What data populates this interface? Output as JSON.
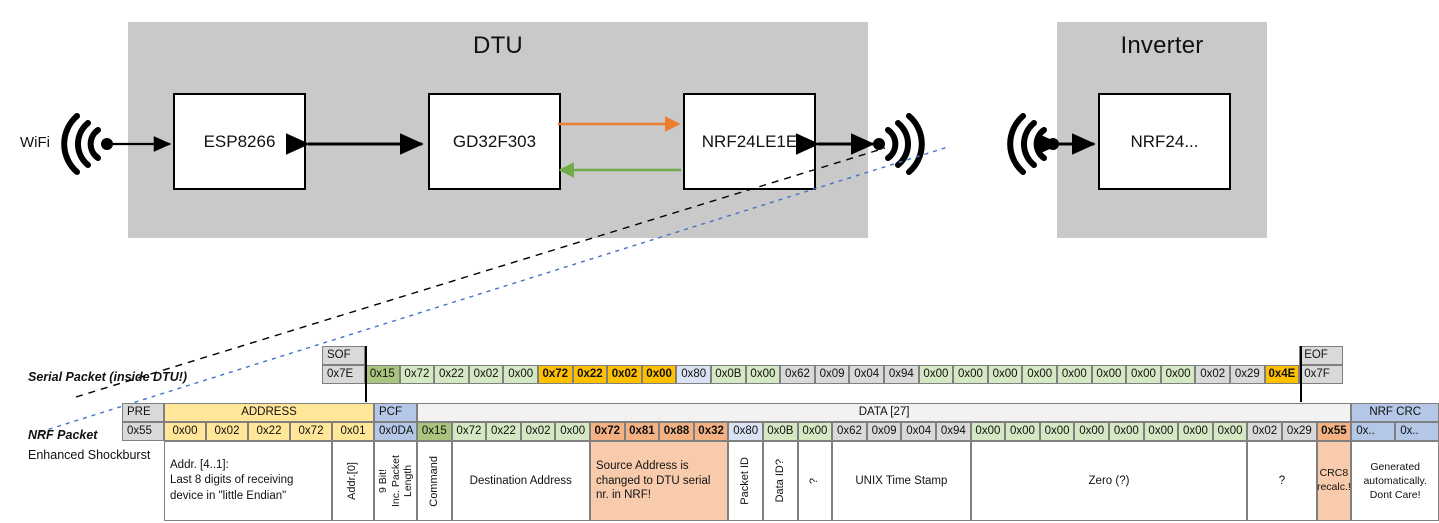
{
  "diagram": {
    "dtu": {
      "title": "DTU",
      "chips": [
        {
          "label": "ESP8266"
        },
        {
          "label": "GD32F303"
        },
        {
          "label": "NRF24LE1E"
        }
      ]
    },
    "inverter": {
      "title": "Inverter",
      "chips": [
        {
          "label": "NRF24..."
        }
      ]
    },
    "wifi_label": "WiFi",
    "arrow_colors": {
      "request": "#ED7D31",
      "response": "#70AD47",
      "bus": "#000000"
    }
  },
  "serial": {
    "row_label": "Serial Packet (inside DTU!)",
    "sof_header": "SOF",
    "eof_header": "EOF",
    "sof": "0x7E",
    "eof": "0x7F",
    "bytes": [
      {
        "v": "0x15",
        "c": "c-green2",
        "b": false
      },
      {
        "v": "0x72",
        "c": "c-green",
        "b": false
      },
      {
        "v": "0x22",
        "c": "c-green",
        "b": false
      },
      {
        "v": "0x02",
        "c": "c-green",
        "b": false
      },
      {
        "v": "0x00",
        "c": "c-green",
        "b": false
      },
      {
        "v": "0x72",
        "c": "c-amber",
        "b": true
      },
      {
        "v": "0x22",
        "c": "c-amber",
        "b": true
      },
      {
        "v": "0x02",
        "c": "c-amber",
        "b": true
      },
      {
        "v": "0x00",
        "c": "c-amber",
        "b": true
      },
      {
        "v": "0x80",
        "c": "c-blue",
        "b": false
      },
      {
        "v": "0x0B",
        "c": "c-green",
        "b": false
      },
      {
        "v": "0x00",
        "c": "c-green",
        "b": false
      },
      {
        "v": "0x62",
        "c": "c-grey",
        "b": false
      },
      {
        "v": "0x09",
        "c": "c-grey",
        "b": false
      },
      {
        "v": "0x04",
        "c": "c-grey",
        "b": false
      },
      {
        "v": "0x94",
        "c": "c-grey",
        "b": false
      },
      {
        "v": "0x00",
        "c": "c-green",
        "b": false
      },
      {
        "v": "0x00",
        "c": "c-green",
        "b": false
      },
      {
        "v": "0x00",
        "c": "c-green",
        "b": false
      },
      {
        "v": "0x00",
        "c": "c-green",
        "b": false
      },
      {
        "v": "0x00",
        "c": "c-green",
        "b": false
      },
      {
        "v": "0x00",
        "c": "c-green",
        "b": false
      },
      {
        "v": "0x00",
        "c": "c-green",
        "b": false
      },
      {
        "v": "0x00",
        "c": "c-green",
        "b": false
      },
      {
        "v": "0x02",
        "c": "c-grey",
        "b": false
      },
      {
        "v": "0x29",
        "c": "c-grey",
        "b": false
      },
      {
        "v": "0x4E",
        "c": "c-amber",
        "b": true
      }
    ]
  },
  "nrf": {
    "row_label": "NRF Packet",
    "sub_label": "Enhanced Shockburst",
    "headers": {
      "pre": "PRE",
      "address": "ADDRESS",
      "pcf": "PCF",
      "data": "DATA [27]",
      "crc": "NRF CRC"
    },
    "pre": "0x55",
    "address": [
      "0x00",
      "0x02",
      "0x22",
      "0x72",
      "0x01"
    ],
    "pcf": "0x0DA",
    "crc": [
      "0x..",
      "0x.."
    ],
    "bytes": [
      {
        "v": "0x15",
        "c": "c-green2",
        "b": false
      },
      {
        "v": "0x72",
        "c": "c-green",
        "b": false
      },
      {
        "v": "0x22",
        "c": "c-green",
        "b": false
      },
      {
        "v": "0x02",
        "c": "c-green",
        "b": false
      },
      {
        "v": "0x00",
        "c": "c-green",
        "b": false
      },
      {
        "v": "0x72",
        "c": "c-salmon2",
        "b": true
      },
      {
        "v": "0x81",
        "c": "c-salmon2",
        "b": true
      },
      {
        "v": "0x88",
        "c": "c-salmon2",
        "b": true
      },
      {
        "v": "0x32",
        "c": "c-salmon2",
        "b": true
      },
      {
        "v": "0x80",
        "c": "c-blue",
        "b": false
      },
      {
        "v": "0x0B",
        "c": "c-green",
        "b": false
      },
      {
        "v": "0x00",
        "c": "c-green",
        "b": false
      },
      {
        "v": "0x62",
        "c": "c-grey",
        "b": false
      },
      {
        "v": "0x09",
        "c": "c-grey",
        "b": false
      },
      {
        "v": "0x04",
        "c": "c-grey",
        "b": false
      },
      {
        "v": "0x94",
        "c": "c-grey",
        "b": false
      },
      {
        "v": "0x00",
        "c": "c-green",
        "b": false
      },
      {
        "v": "0x00",
        "c": "c-green",
        "b": false
      },
      {
        "v": "0x00",
        "c": "c-green",
        "b": false
      },
      {
        "v": "0x00",
        "c": "c-green",
        "b": false
      },
      {
        "v": "0x00",
        "c": "c-green",
        "b": false
      },
      {
        "v": "0x00",
        "c": "c-green",
        "b": false
      },
      {
        "v": "0x00",
        "c": "c-green",
        "b": false
      },
      {
        "v": "0x00",
        "c": "c-green",
        "b": false
      },
      {
        "v": "0x02",
        "c": "c-grey",
        "b": false
      },
      {
        "v": "0x29",
        "c": "c-grey",
        "b": false
      },
      {
        "v": "0x55",
        "c": "c-salmon2",
        "b": true
      }
    ],
    "descriptions": {
      "address_block": "Addr. [4..1]:\nLast 8 digits of receiving device in \"little Endian\"",
      "addr0": "Addr.[0]",
      "pcf_line1": "9 Bit!",
      "pcf_line2": "Inc. Packet Length",
      "command": "Command",
      "destination": "Destination Address",
      "source": "Source Address is changed to DTU serial nr. in NRF!",
      "packet_id": "Packet ID",
      "data_id": "Data ID?",
      "tilde": "?",
      "timestamp": "UNIX Time Stamp",
      "zero": "Zero (?)",
      "question": "?",
      "crc8": "CRC8 recalc.!",
      "crc_note": "Generated automatically. Dont Care!"
    }
  }
}
